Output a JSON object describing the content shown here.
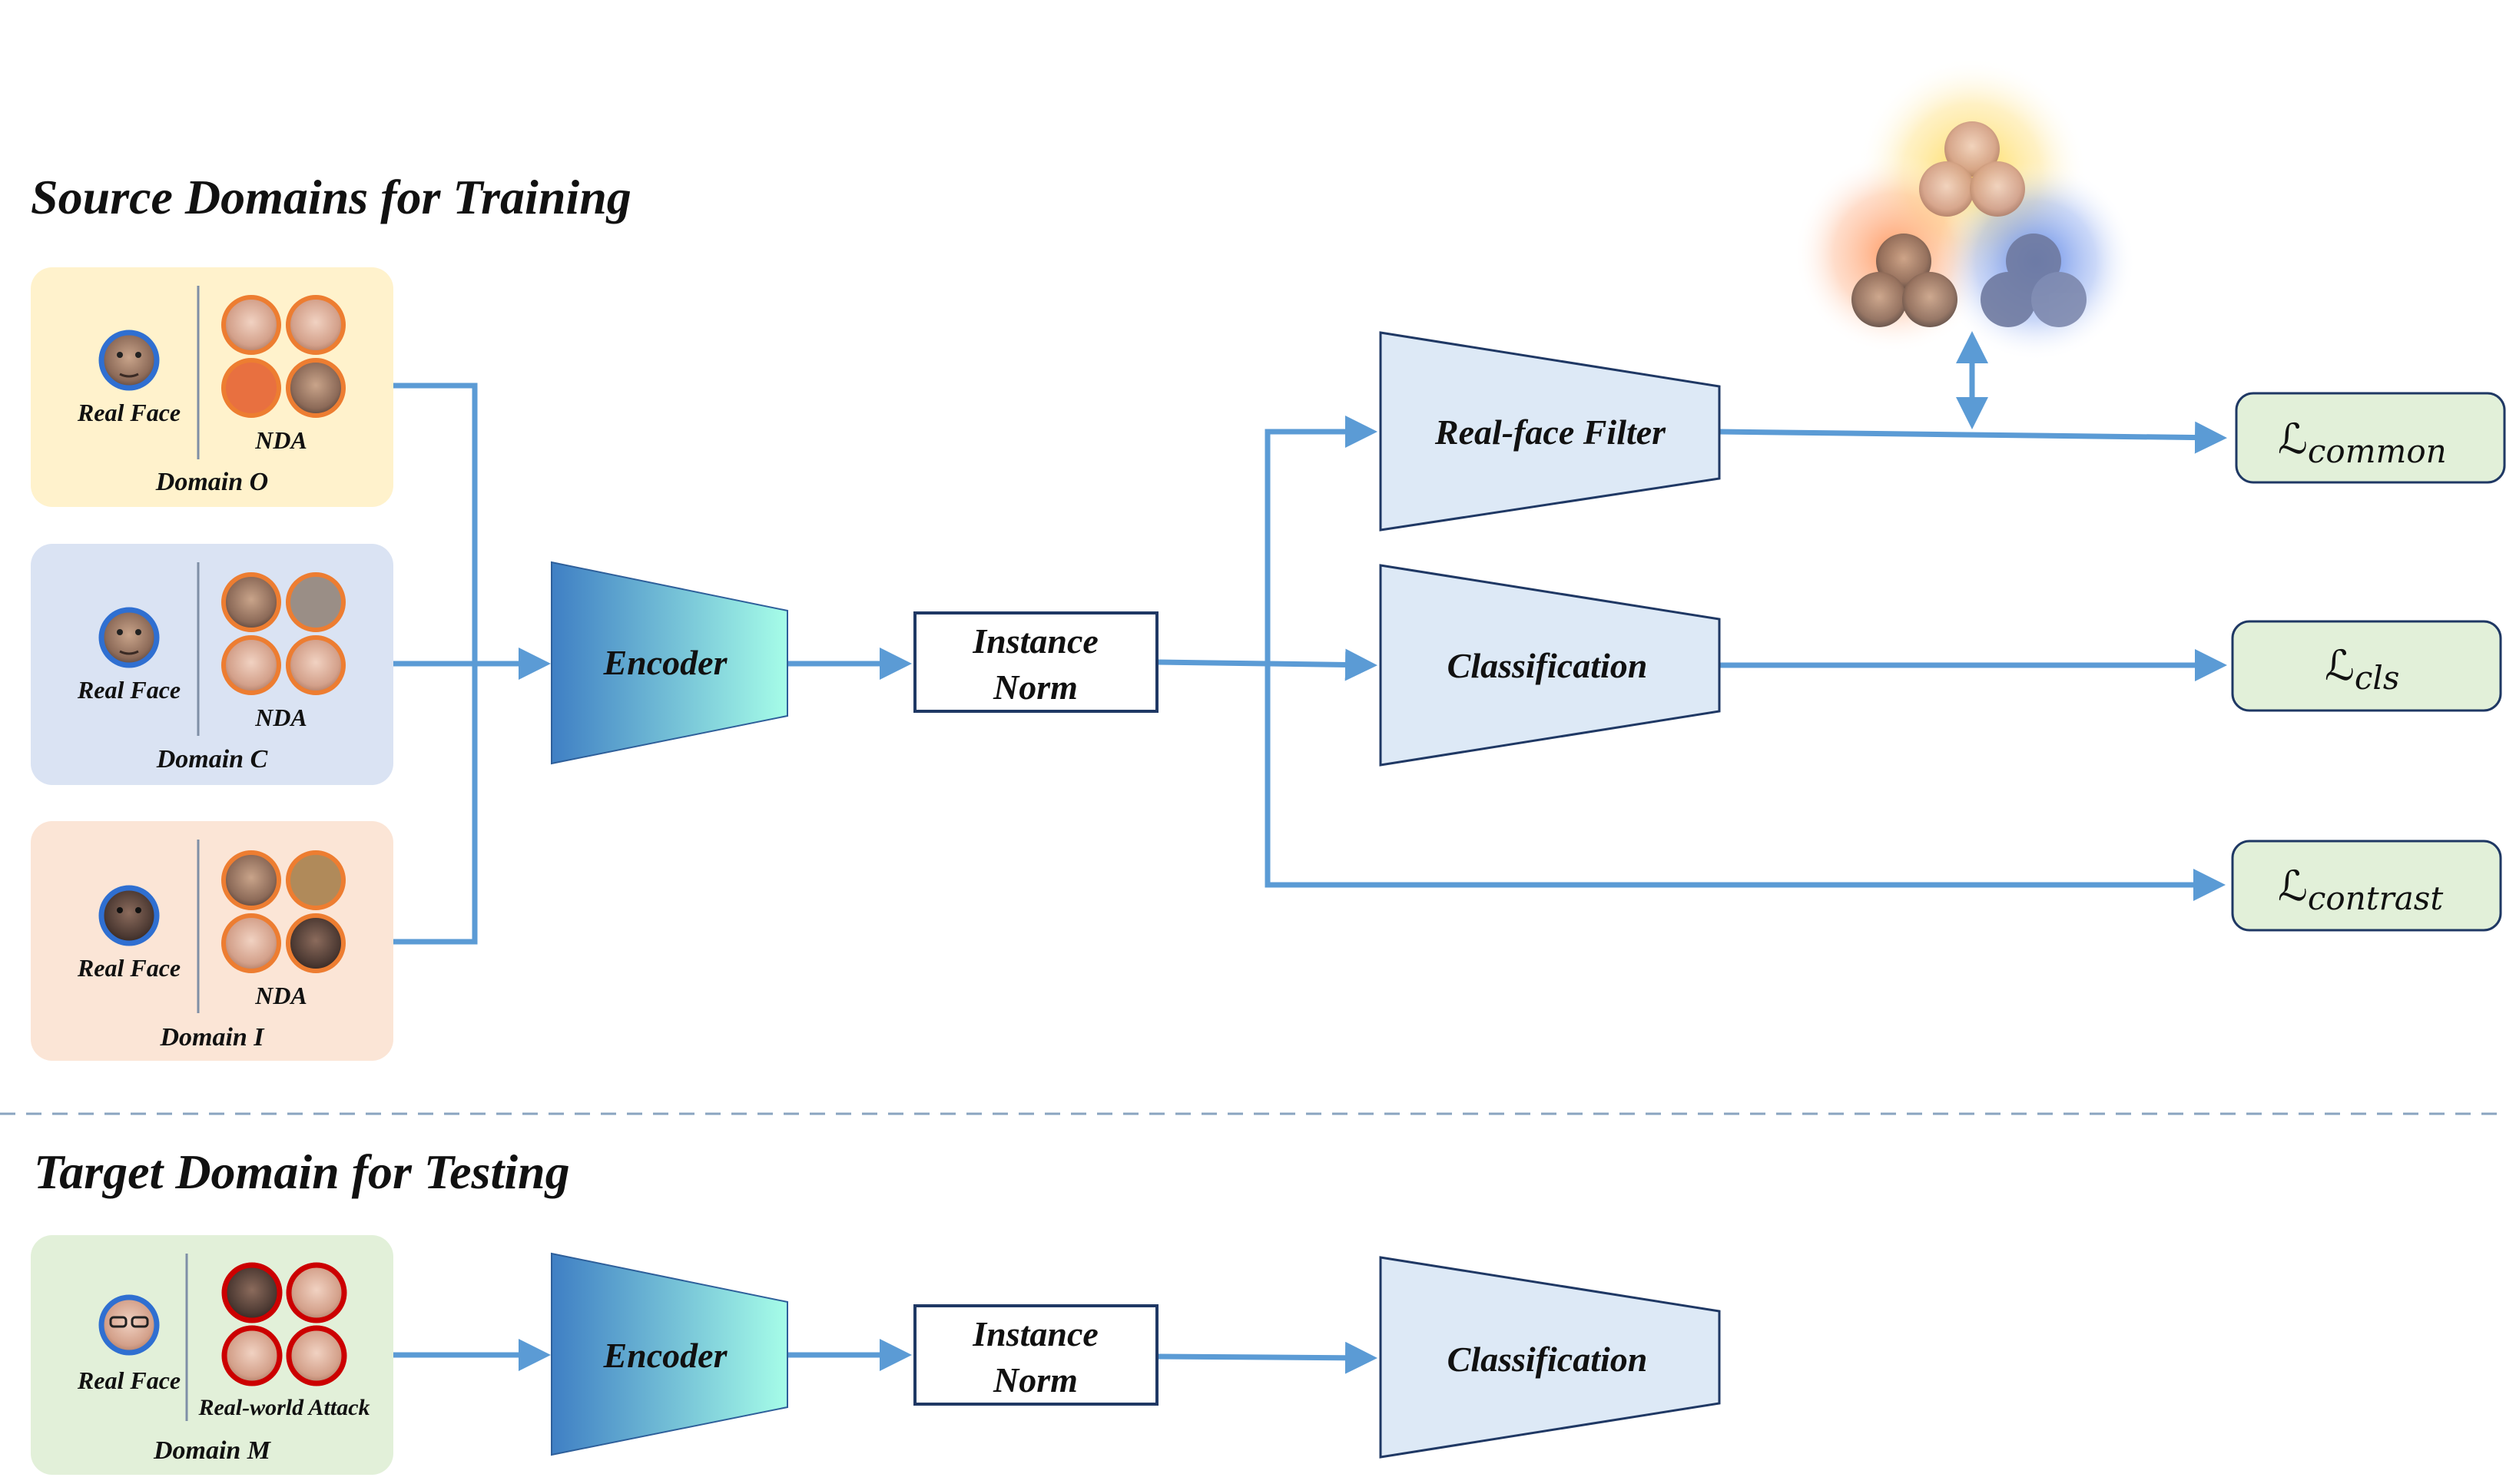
{
  "sections": {
    "source_title": "Source Domains for Training",
    "target_title": "Target Domain for Testing"
  },
  "domains": [
    {
      "name": "Domain O",
      "real_label": "Real Face",
      "group_label": "NDA"
    },
    {
      "name": "Domain C",
      "real_label": "Real Face",
      "group_label": "NDA"
    },
    {
      "name": "Domain I",
      "real_label": "Real Face",
      "group_label": "NDA"
    },
    {
      "name": "Domain M",
      "real_label": "Real Face",
      "group_label": "Real-world Attack"
    }
  ],
  "blocks": {
    "encoder": "Encoder",
    "instance_norm_line1": "Instance",
    "instance_norm_line2": "Norm",
    "real_face_filter": "Real-face Filter",
    "classification": "Classification"
  },
  "losses": [
    {
      "symbol": "ℒ",
      "subscript": "common"
    },
    {
      "symbol": "ℒ",
      "subscript": "cls"
    },
    {
      "symbol": "ℒ",
      "subscript": "contrast"
    }
  ],
  "colors": {
    "arrow": "#5b9bd5",
    "domain_o_bg": "#fff2cc",
    "domain_c_bg": "#dae3f3",
    "domain_i_bg": "#fbe5d6",
    "domain_m_bg": "#e2f0d9",
    "loss_bg": "#e2f0d9",
    "head_bg": "#dde9f6",
    "real_ring": "#2f6fd1",
    "nda_ring": "#ed7d31",
    "attack_ring": "#cc0000"
  }
}
